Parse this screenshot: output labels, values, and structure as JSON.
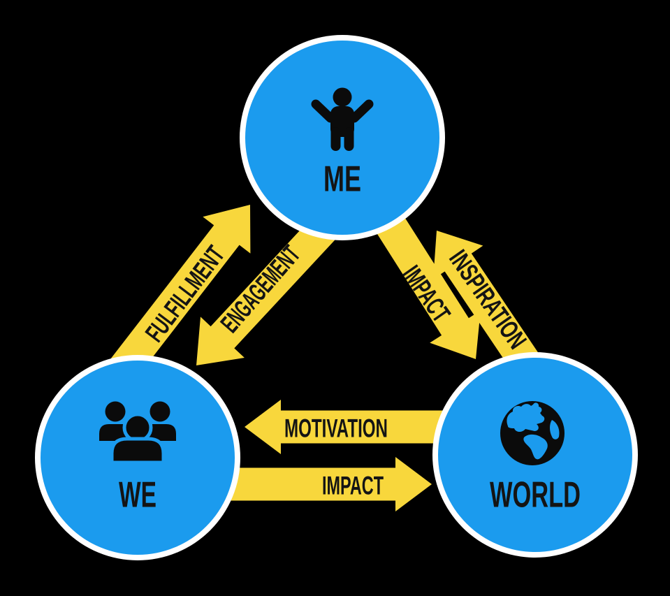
{
  "colors": {
    "background": "#000000",
    "node_fill": "#1b9bee",
    "node_ring": "#ffffff",
    "arrow": "#f8d73c",
    "text": "#141414",
    "icon": "#0b0b0b"
  },
  "nodes": [
    {
      "id": "me",
      "label": "ME",
      "icon": "child-icon"
    },
    {
      "id": "we",
      "label": "WE",
      "icon": "people-group-icon"
    },
    {
      "id": "world",
      "label": "WORLD",
      "icon": "globe-icon"
    }
  ],
  "arrows": [
    {
      "id": "fulfillment",
      "label": "FULFILLMENT",
      "from": "WE",
      "to": "ME"
    },
    {
      "id": "engagement",
      "label": "ENGAGEMENT",
      "from": "ME",
      "to": "WE"
    },
    {
      "id": "impact-me-world",
      "label": "IMPACT",
      "from": "ME",
      "to": "WORLD"
    },
    {
      "id": "inspiration",
      "label": "INSPIRATION",
      "from": "WORLD",
      "to": "ME"
    },
    {
      "id": "motivation",
      "label": "MOTIVATION",
      "from": "WORLD",
      "to": "WE"
    },
    {
      "id": "impact-we-world",
      "label": "IMPACT",
      "from": "WE",
      "to": "WORLD"
    }
  ]
}
